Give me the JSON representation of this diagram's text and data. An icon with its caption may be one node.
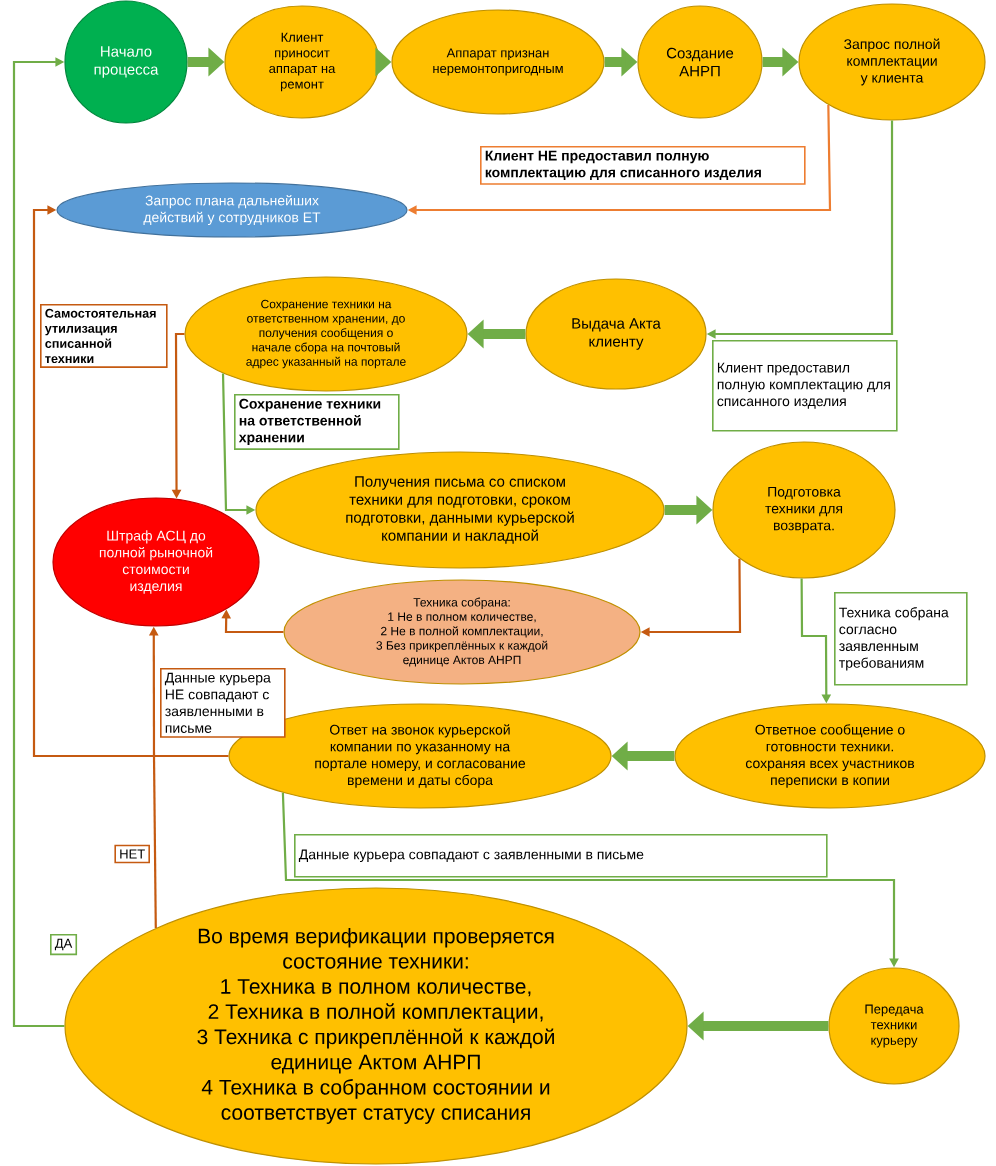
{
  "diagram": {
    "nodes": [
      {
        "text": [
          "Начало процесса"
        ]
      },
      {
        "text": [
          "Клиент приносит аппарат на ремонт"
        ]
      },
      {
        "text": [
          "Аппарат признан неремонтопригодным"
        ]
      },
      {
        "text": [
          "Создание АНРП"
        ]
      },
      {
        "text": [
          "Запрос полной комплектации у клиента"
        ]
      },
      {
        "text": [
          "Запрос плана дальнейших действий у сотрудников ЕТ"
        ]
      },
      {
        "text": [
          "Выдача Акта клиенту"
        ]
      },
      {
        "text": [
          "Сохранение техники на ответственном хранении, до получения сообщения о начале сбора на почтовый адрес указанный на портале"
        ]
      },
      {
        "text": [
          "Получения письма со списком техники для подготовки, сроком подготовки, данными курьерской компании и накладной"
        ]
      },
      {
        "text": [
          "Подготовка техники для возврата."
        ]
      },
      {
        "text": [
          "Штраф АСЦ до полной рыночной стоимости изделия"
        ]
      },
      {
        "text": [
          "Техника собрана:",
          "1 Не в полном количестве,",
          "2 Не в полной комплектации,",
          "3 Без прикреплённых к каждой единице Актов АНРП"
        ]
      },
      {
        "text": [
          "Ответ на звонок курьерской компании по указанному на портале номеру, и согласование времени и даты сбора"
        ]
      },
      {
        "text": [
          "Ответное сообщение о готовности техники. сохраняя всех участников переписки в копии"
        ]
      },
      {
        "text": [
          "Во время верификации проверяется состояние техники:",
          "1 Техника в полном количестве,",
          "2 Техника в полной комплектации,",
          "3 Техника с прикреплённой к каждой единице Актом АНРП",
          "4 Техника в собранном состоянии и соответствует статусу списания"
        ]
      },
      {
        "text": [
          "Передача техники курьеру"
        ]
      }
    ],
    "edges": [
      {
        "from": 0,
        "to": 1,
        "arrow": "to",
        "style": "thick"
      },
      {
        "from": 1,
        "to": 2,
        "arrow": "to",
        "style": "thick"
      },
      {
        "from": 2,
        "to": 3,
        "arrow": "to",
        "style": "thick"
      },
      {
        "from": 3,
        "to": 4,
        "arrow": "to",
        "style": "thick"
      },
      {
        "from": 4,
        "to": 5,
        "arrow": "to",
        "label": "Клиент НЕ предоставил полную комплектацию для списанного изделия",
        "color": "#ed7d31"
      },
      {
        "from": 4,
        "to": 6,
        "arrow": "to",
        "label": "Клиент предоставил полную комплектацию для списанного изделия"
      },
      {
        "from": 6,
        "to": 7,
        "arrow": "to",
        "style": "thick"
      },
      {
        "from": 7,
        "to": 10,
        "arrow": "to",
        "label": "Самостоятельная утилизация списанной техники",
        "color": "#c55a11"
      },
      {
        "from": 7,
        "to": 8,
        "arrow": "to",
        "label": "Сохранение техники на ответственной хранении"
      },
      {
        "from": 8,
        "to": 9,
        "arrow": "to",
        "style": "thick"
      },
      {
        "from": 9,
        "to": 11,
        "arrow": "to",
        "color": "#c55a11"
      },
      {
        "from": 11,
        "to": 10,
        "arrow": "to",
        "color": "#c55a11"
      },
      {
        "from": 9,
        "to": 13,
        "arrow": "to",
        "label": "Техника собрана согласно заявленным требованиям"
      },
      {
        "from": 13,
        "to": 12,
        "arrow": "to",
        "style": "thick"
      },
      {
        "from": 12,
        "to": 10,
        "arrow": "to",
        "label": "Данные курьера НЕ совпадают с заявленными в письме",
        "color": "#c55a11"
      },
      {
        "from": 12,
        "to": 5,
        "arrow": "to",
        "color": "#c55a11"
      },
      {
        "from": 12,
        "to": 15,
        "arrow": "to",
        "label": "Данные курьера совпадают с заявленными в письме"
      },
      {
        "from": 15,
        "to": 14,
        "arrow": "to",
        "style": "thick"
      },
      {
        "from": 14,
        "to": 0,
        "arrow": "to",
        "label": "ДА"
      },
      {
        "from": 14,
        "to": 10,
        "arrow": "to",
        "label": "НЕТ",
        "color": "#c55a11"
      },
      {
        "from": 14,
        "to": 5,
        "arrow": "to",
        "color": "#c55a11"
      }
    ]
  }
}
